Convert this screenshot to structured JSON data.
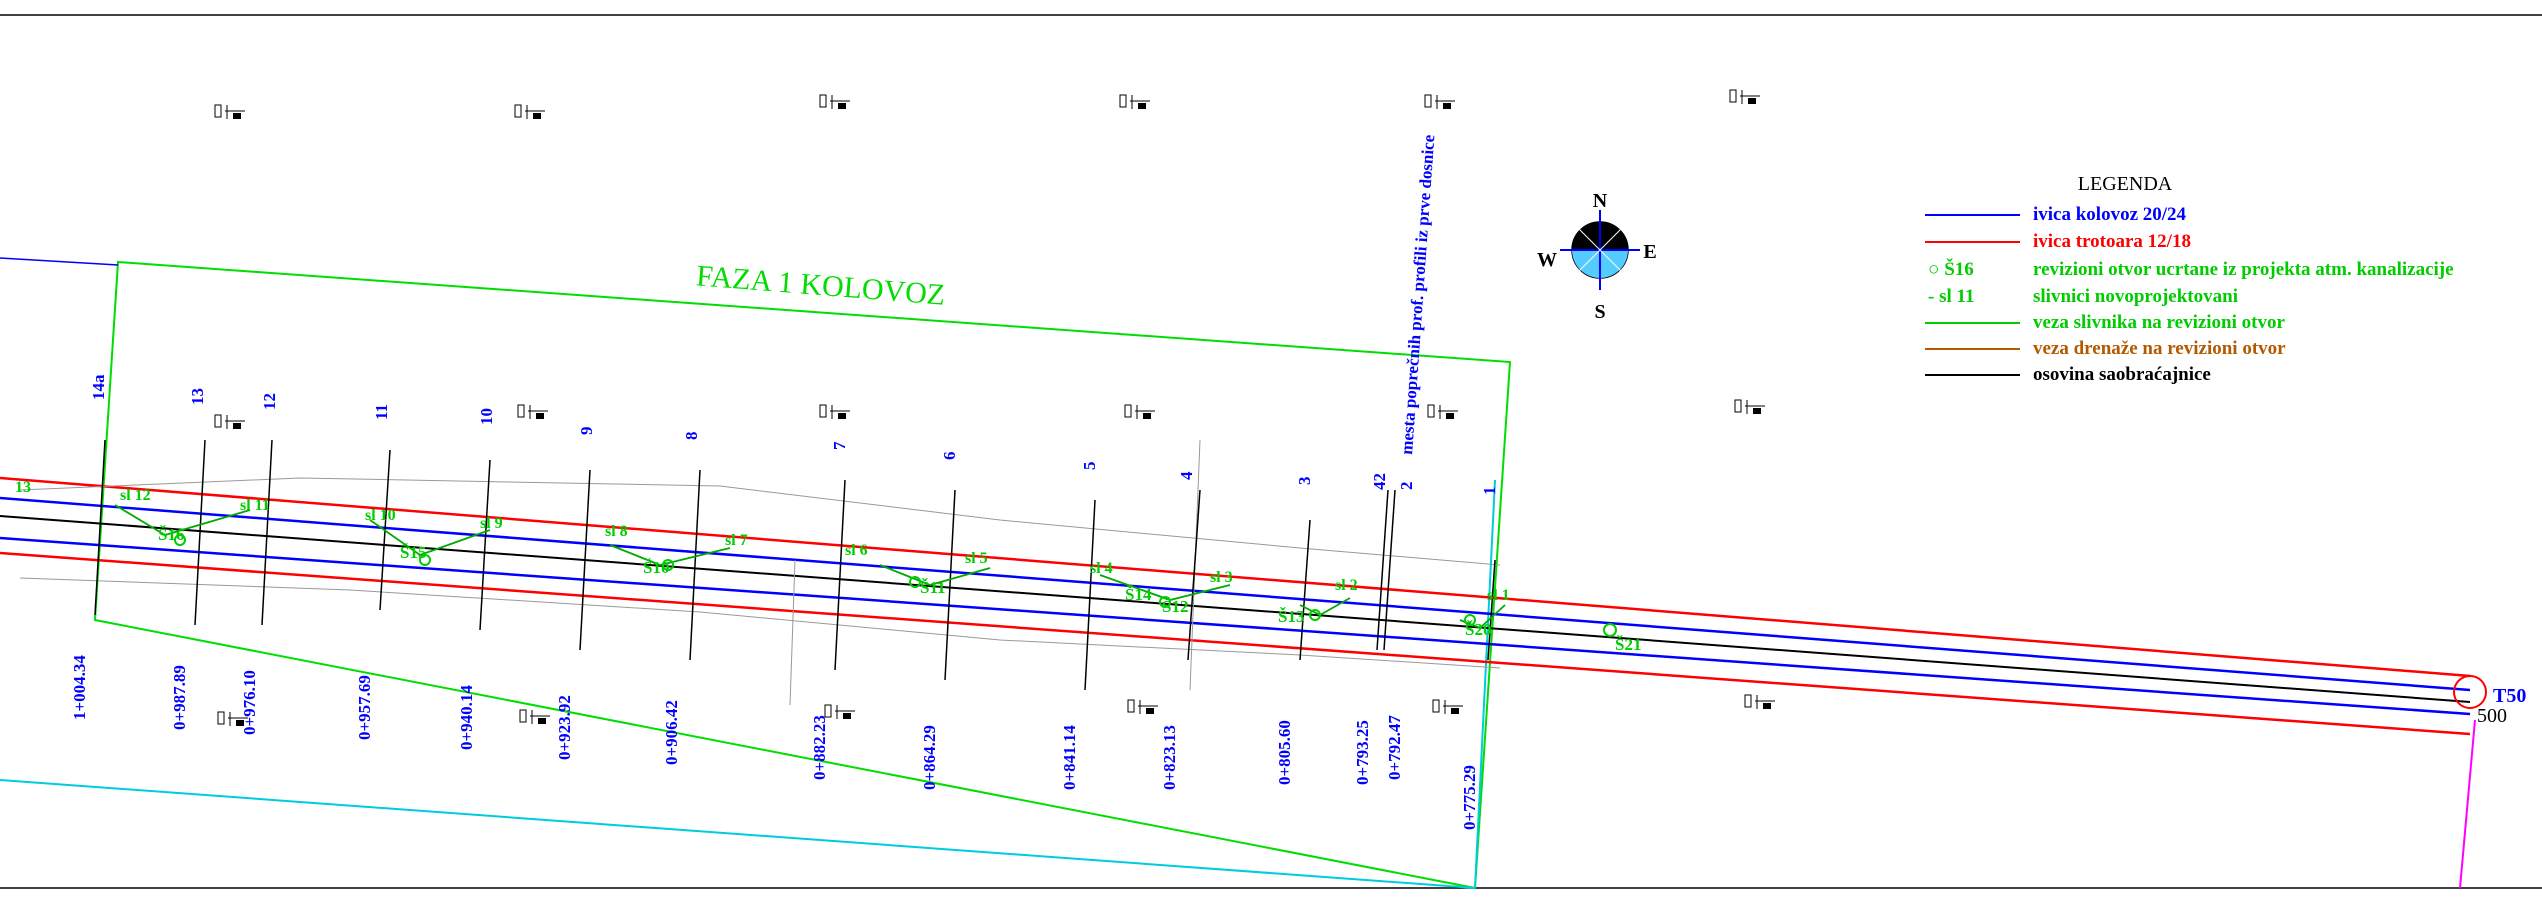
{
  "phase_title": "FAZA 1 KOLOVOZ",
  "side_note": "mesta poprečnih prof. profili iz prve dosnice",
  "legend": {
    "title": "LEGENDA",
    "items": [
      {
        "text": "ivica kolovoz 20/24",
        "color": "#0000ff"
      },
      {
        "text": "ivica trotoara 12/18",
        "color": "#ff0000"
      },
      {
        "text": "revizioni otvor ucrtane iz projekta atm. kanalizacije",
        "color": "#00cc00"
      },
      {
        "text": "slivnici novoprojektovani",
        "color": "#00cc00"
      },
      {
        "text": "veza slivnika na revizioni otvor",
        "color": "#00cc00"
      },
      {
        "text": "veza drenaže na revizioni otvor",
        "color": "#b35900"
      },
      {
        "text": "osovina saobraćajnice",
        "color": "#000000"
      }
    ],
    "symbol_ro": "○ Š16",
    "symbol_sl": "- sl 11"
  },
  "compass": {
    "n": "N",
    "s": "S",
    "e": "E",
    "w": "W"
  },
  "profiles": [
    {
      "num": "1",
      "station": "0+775.29"
    },
    {
      "num": "2",
      "station": "0+792.47"
    },
    {
      "num": "42",
      "station": "0+793.25"
    },
    {
      "num": "3",
      "station": "0+805.60"
    },
    {
      "num": "4",
      "station": "0+823.13"
    },
    {
      "num": "5",
      "station": "0+841.14"
    },
    {
      "num": "6",
      "station": "0+864.29"
    },
    {
      "num": "7",
      "station": "0+882.23"
    },
    {
      "num": "8",
      "station": "0+906.42"
    },
    {
      "num": "9",
      "station": "0+923.92"
    },
    {
      "num": "10",
      "station": "0+940.14"
    },
    {
      "num": "11",
      "station": "0+957.69"
    },
    {
      "num": "12",
      "station": "0+976.10"
    },
    {
      "num": "13",
      "station": "0+987.89"
    },
    {
      "num": "14a",
      "station": "1+004.34"
    }
  ],
  "manholes": [
    "Š16",
    "Š15",
    "Š10",
    "Š11",
    "Š12",
    "Š13",
    "Š14",
    "Š20",
    "Š21"
  ],
  "inlets": [
    "sl 12",
    "sl 11",
    "sl 10",
    "sl 9",
    "sl 8",
    "sl 7",
    "sl 6",
    "sl 5",
    "sl 4",
    "sl 3",
    "sl 2",
    "sl 1"
  ],
  "end_point": {
    "name": "T50",
    "value": "500"
  },
  "left_edge_label": "13"
}
